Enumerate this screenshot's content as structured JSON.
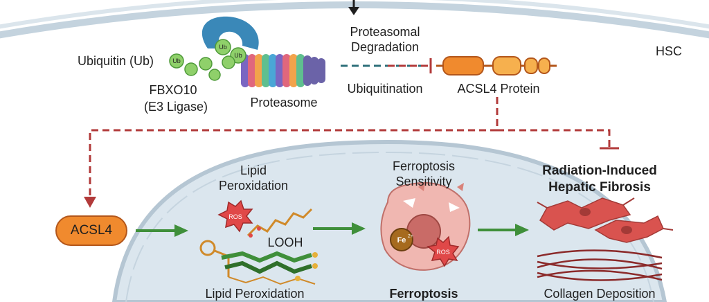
{
  "top": {
    "ubiquitin_label": "Ubiquitin (Ub)",
    "ub_tag": "Ub",
    "fbxo10_name": "FBXO10",
    "fbxo10_role": "(E3 Ligase)",
    "proteasome_label": "Proteasome",
    "degradation_line1": "Proteasomal",
    "degradation_line2": "Degradation",
    "ubiquitination_label": "Ubiquitination",
    "acsl4_protein_label": "ACSL4 Protein",
    "cell_label": "HSC"
  },
  "bottom": {
    "acsl4_node": "ACSL4",
    "lipid_perox_title_line1": "Lipid",
    "lipid_perox_title_line2": "Peroxidation",
    "ros_label": "ROS",
    "looh_label": "LOOH",
    "lipid_perox_caption": "Lipid Peroxidation",
    "ferroptosis_title_line1": "Ferroptosis",
    "ferroptosis_title_line2": "Sensitivity",
    "fe_label": "Fe",
    "fe_charge": "2+",
    "ferroptosis_ros_label": "ROS",
    "ferroptosis_caption": "Ferroptosis",
    "fibrosis_line1": "Radiation-Induced",
    "fibrosis_line2": "Hepatic Fibrosis",
    "collagen_caption": "Collagen Deposition"
  },
  "colors": {
    "membrane": "#b8c9d6",
    "nucleus": "#dbe6ee",
    "inhibit_red": "#b23a3a",
    "teal": "#2d6f7a",
    "activate_green": "#3f8f3a",
    "acsl4_orange": "#f08a2e",
    "ub_green": "#8fd06a",
    "proteasome_blue": "#3a88b8",
    "fibroblast": "#d9534f"
  }
}
